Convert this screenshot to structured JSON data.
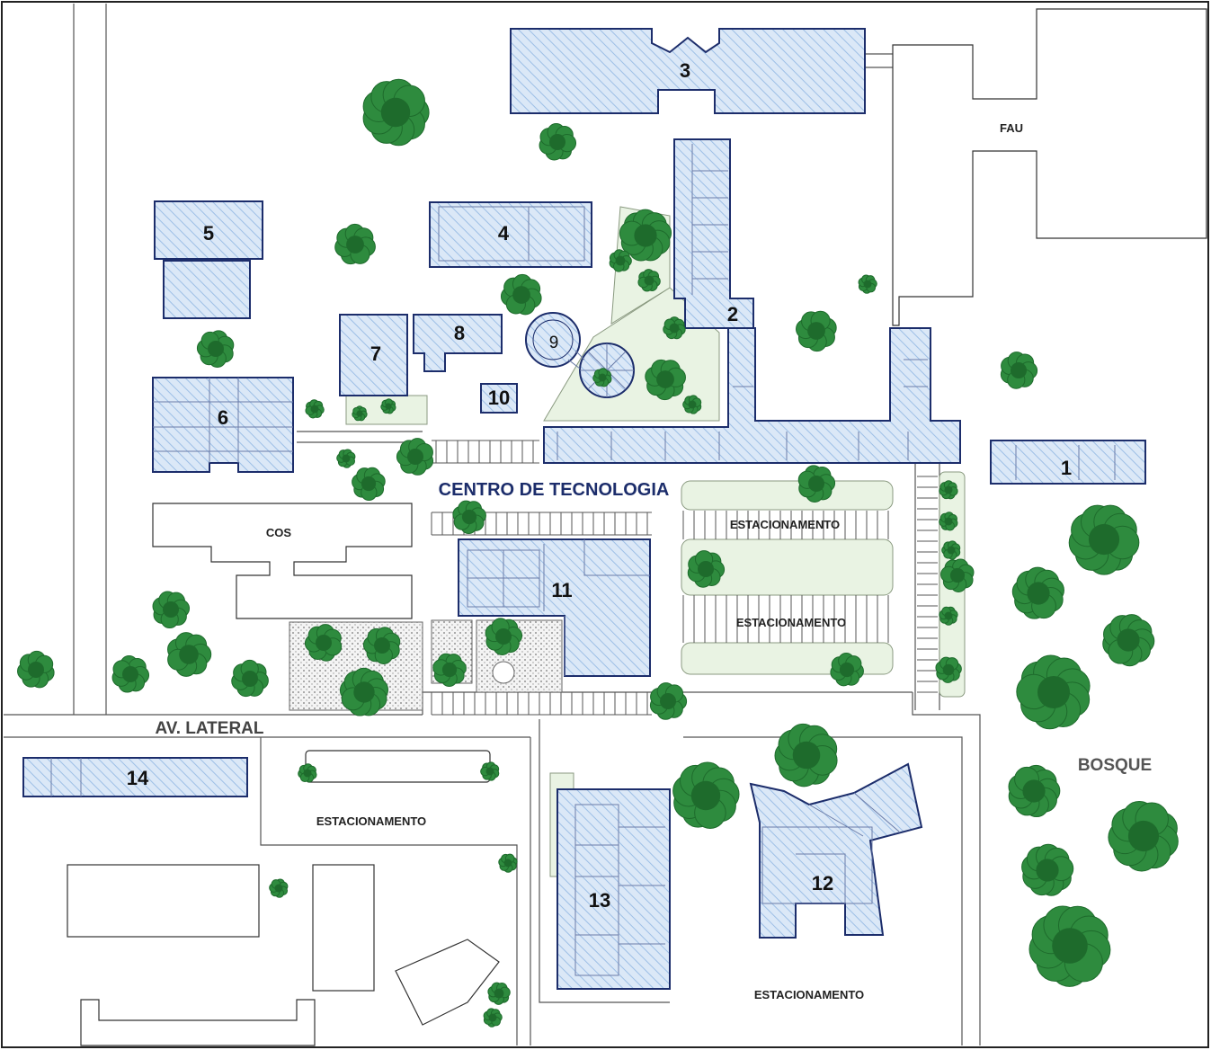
{
  "map": {
    "campus_label": "CENTRO DE TECNOLOGIA",
    "road_label": "AV. LATERAL",
    "labels": {
      "fau": "FAU",
      "cos": "COS",
      "bosque": "BOSQUE",
      "parking_1": "ESTACIONAMENTO",
      "parking_2": "ESTACIONAMENTO",
      "parking_3": "ESTACIONAMENTO",
      "parking_4": "ESTACIONAMENTO"
    },
    "buildings": {
      "b1": "1",
      "b2": "2",
      "b3": "3",
      "b4": "4",
      "b5": "5",
      "b6": "6",
      "b7": "7",
      "b8": "8",
      "b9": "9",
      "b10": "10",
      "b11": "11",
      "b12": "12",
      "b13": "13",
      "b14": "14"
    },
    "colors": {
      "building_fill": "#d8e6f6",
      "building_hatch": "#9dbfe6",
      "building_stroke": "#1c2d6b",
      "tree": "#2e8b3e",
      "tree_dark": "#1e6b2c",
      "green_area": "#e9f3e3"
    }
  }
}
